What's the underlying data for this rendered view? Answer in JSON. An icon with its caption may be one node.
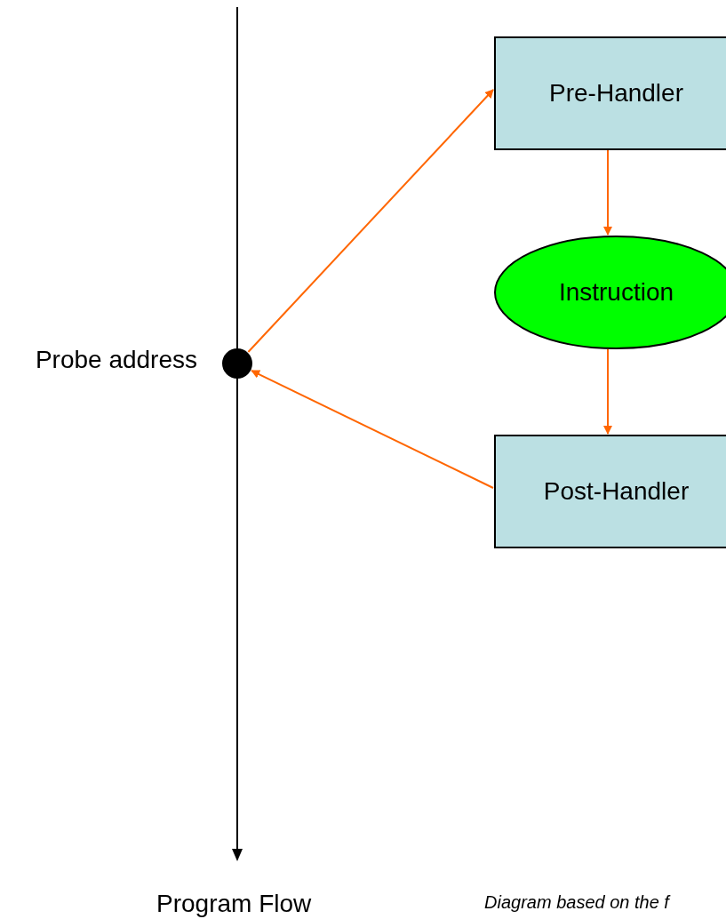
{
  "diagram": {
    "nodes": [
      {
        "text": [],
        "shape": "circle",
        "beside": [
          "Probe address"
        ]
      },
      {
        "text": [
          "Pre-Handler"
        ]
      },
      {
        "text": [
          "Instruction"
        ]
      },
      {
        "text": [
          "Post-Handler"
        ]
      }
    ],
    "edges": [
      {
        "from": 0,
        "to": 1,
        "arrow": "to"
      },
      {
        "from": 1,
        "to": 2,
        "arrow": "to"
      },
      {
        "from": 2,
        "to": 3,
        "arrow": "to"
      },
      {
        "from": 3,
        "to": 0,
        "arrow": "to"
      }
    ],
    "labels": [
      "Program Flow",
      "Diagram based on the f"
    ]
  }
}
